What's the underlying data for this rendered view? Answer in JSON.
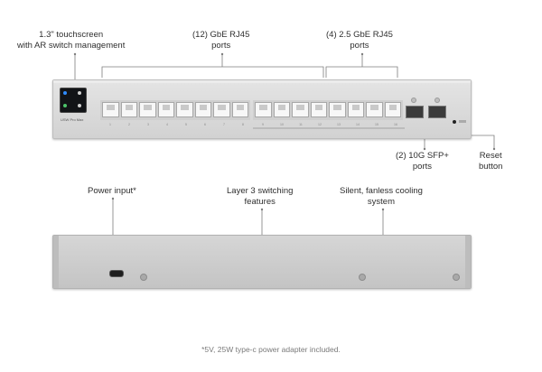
{
  "callouts": {
    "touchscreen": [
      "1.3\" touchscreen",
      "with AR switch management"
    ],
    "gbe_ports": [
      "(12) GbE RJ45",
      "ports"
    ],
    "ports_2_5": [
      "(4) 2.5 GbE RJ45",
      "ports"
    ],
    "sfp": [
      "(2) 10G SFP+",
      "ports"
    ],
    "reset": [
      "Reset",
      "button"
    ],
    "power": [
      "Power input*"
    ],
    "layer3": [
      "Layer 3 switching",
      "features"
    ],
    "silent": [
      "Silent, fanless cooling",
      "system"
    ]
  },
  "device": {
    "model_label": "USW Pro Max",
    "port_numbers": [
      "1",
      "2",
      "3",
      "4",
      "5",
      "6",
      "7",
      "8",
      "9",
      "10",
      "11",
      "12",
      "13",
      "14",
      "15",
      "16"
    ]
  },
  "footnote": "*5V, 25W type-c power adapter included.",
  "colors": {
    "chassis": "#d8d8d8",
    "screen": "#121417",
    "callout_line": "#7d7d7d"
  }
}
